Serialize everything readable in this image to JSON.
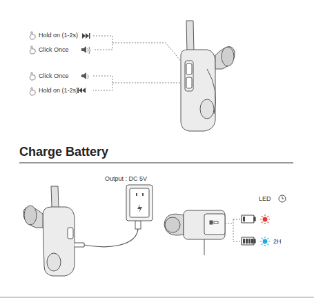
{
  "diagram": {
    "title": "Charge Battery",
    "labels": [
      "Hold on (1-2s)",
      "Click Once",
      "Click Once",
      "Hold on (1-2s)",
      "Output : DC 5V",
      "LED",
      "2H"
    ]
  }
}
